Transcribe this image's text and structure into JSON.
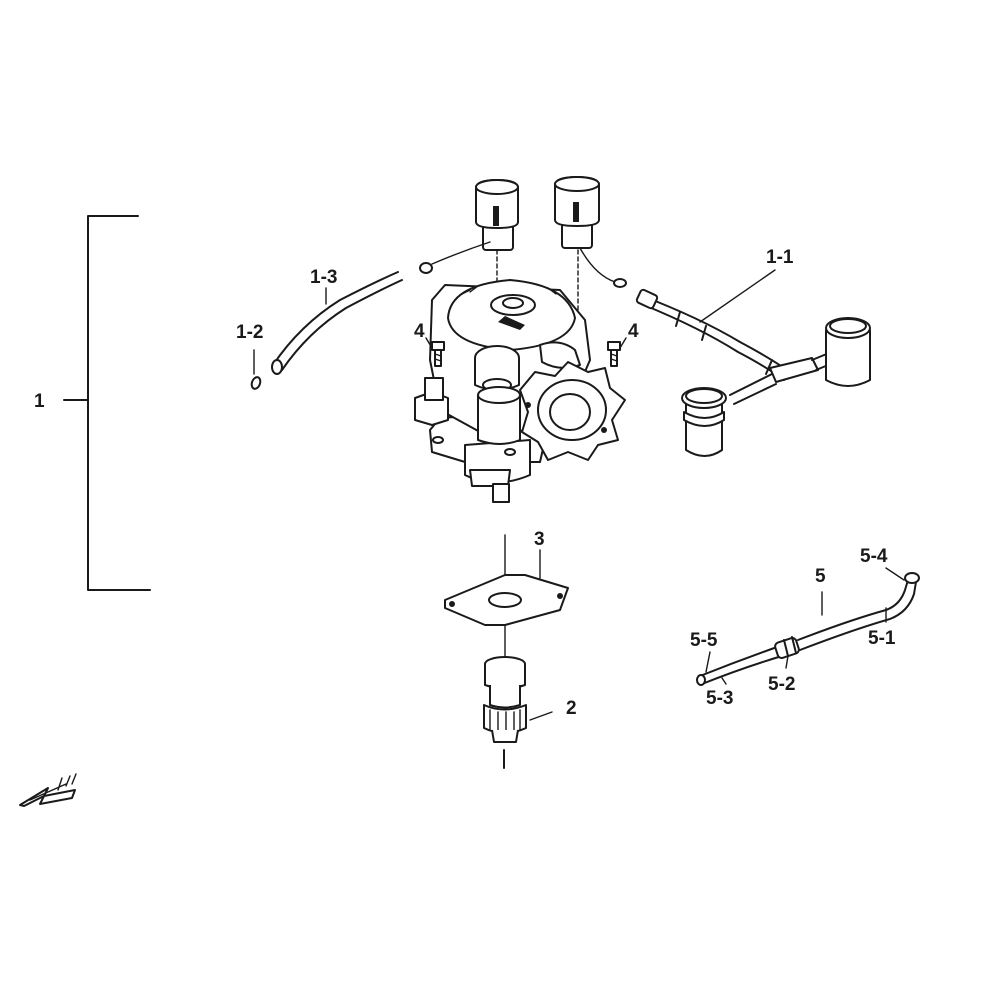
{
  "labels": {
    "assembly": "1",
    "hose_right": "1-1",
    "clip_small": "1-2",
    "hose_left": "1-3",
    "bolt_left": "4",
    "bolt_right": "4",
    "gasket": "3",
    "drive_gear": "2",
    "hose_assy": "5",
    "hose_end": "5-4",
    "hose_pipe": "5-1",
    "clip_end": "5-5",
    "hose_sleeve": "5-3",
    "hose_clamp": "5-2"
  }
}
